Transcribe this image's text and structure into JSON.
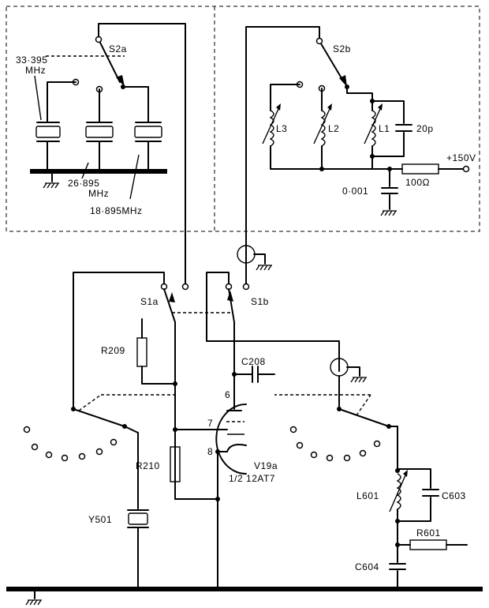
{
  "switches": {
    "s2a": "S2a",
    "s2b": "S2b",
    "s1a": "S1a",
    "s1b": "S1b"
  },
  "crystals": {
    "xtal1": "33·395",
    "xtal1_unit": "MHz",
    "xtal2": "26·895",
    "xtal2_unit": "MHz",
    "xtal3": "18·895MHz"
  },
  "coils": {
    "l1": "L1",
    "l2": "L2",
    "l3": "L3",
    "l601": "L601"
  },
  "capacitors": {
    "c_20p": "20p",
    "c_0001": "0·001",
    "c208": "C208",
    "c603": "C603",
    "c604": "C604"
  },
  "resistors": {
    "r_100": "100Ω",
    "r209": "R209",
    "r210": "R210",
    "r601": "R601"
  },
  "supply": "+150V",
  "valve": {
    "name": "V19a",
    "type": "1/2 12AT7",
    "pin6": "6",
    "pin7": "7",
    "pin8": "8"
  },
  "crystal_y501": "Y501"
}
